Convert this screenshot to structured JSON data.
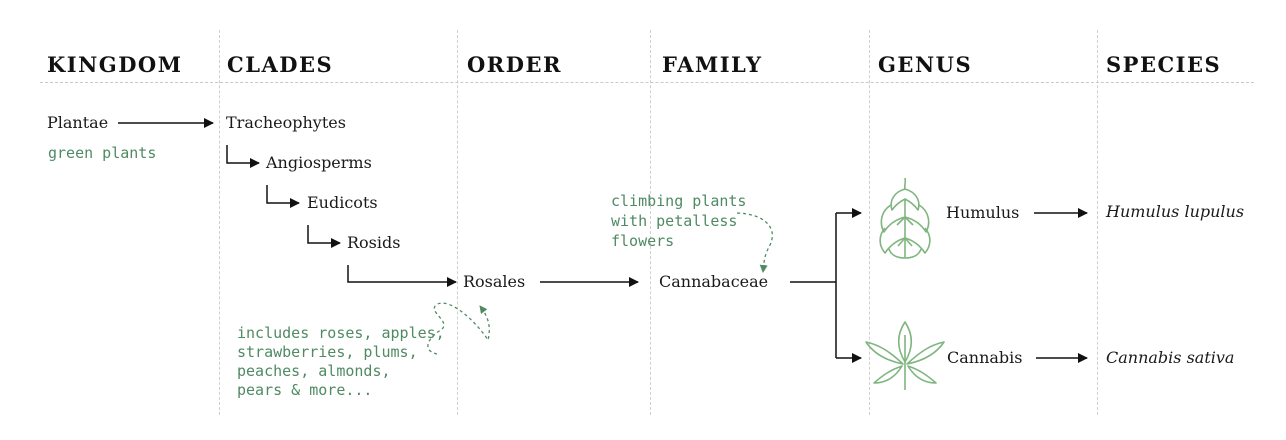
{
  "headers": {
    "kingdom": "KINGDOM",
    "clades": "CLADES",
    "order": "ORDER",
    "family": "FAMILY",
    "genus": "GENUS",
    "species": "SPECIES"
  },
  "nodes": {
    "plantae": "Plantae",
    "tracheophytes": "Tracheophytes",
    "angiosperms": "Angiosperms",
    "eudicots": "Eudicots",
    "rosids": "Rosids",
    "rosales": "Rosales",
    "cannabaceae": "Cannabaceae",
    "humulus": "Humulus",
    "cannabis": "Cannabis",
    "humulus_lupulus": "Humulus lupulus",
    "cannabis_sativa": "Cannabis sativa"
  },
  "notes": {
    "green_plants": "green plants",
    "climbing_plants": "climbing plants\nwith petalless\nflowers",
    "rosales_examples": "includes roses, apples,\nstrawberries, plums,\npeaches, almonds,\npears & more..."
  },
  "icons": {
    "hop": "hop-cone-icon",
    "cannabis": "cannabis-leaf-icon"
  },
  "colors": {
    "note_green": "#4f8a63",
    "icon_green": "#7fb57f",
    "line": "#111111",
    "grid": "#cfcfcf"
  }
}
